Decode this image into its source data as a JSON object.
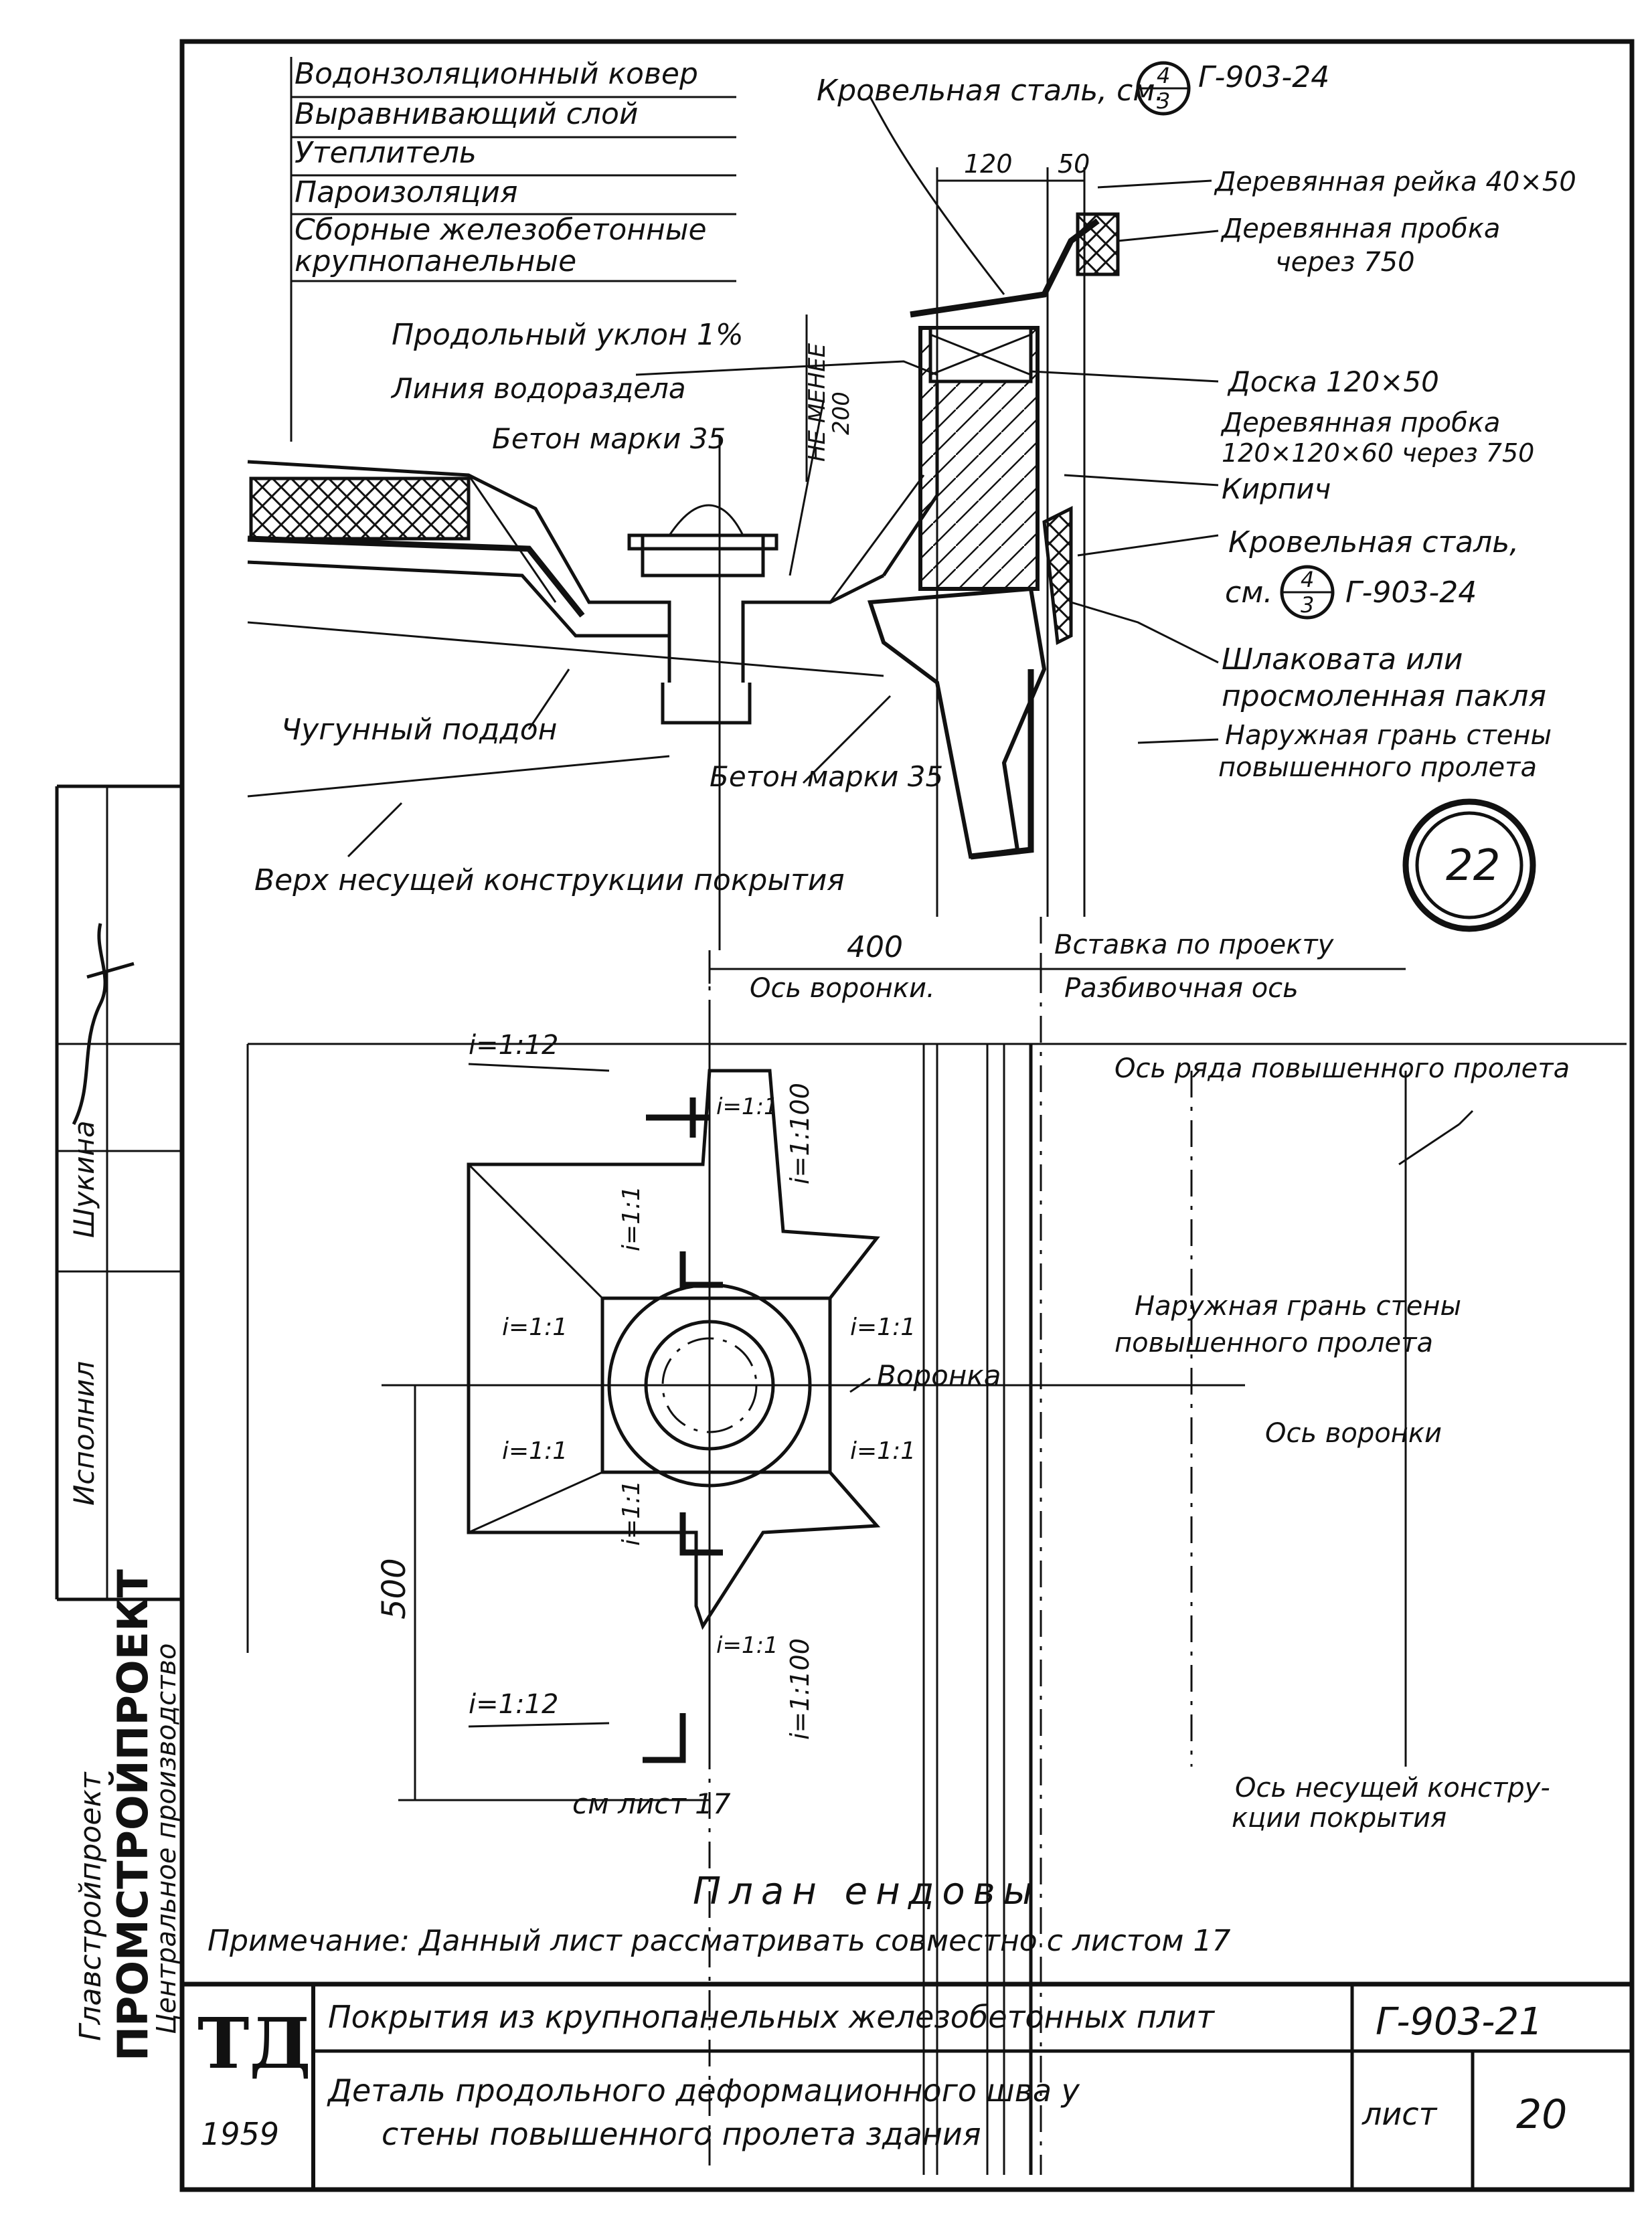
{
  "section": {
    "layers": [
      "Водонзоляционный ковер",
      "Выравнивающий слой",
      "Утеплитель",
      "Пароизоляция",
      "Сборные железобетонные",
      "крупнопанельные"
    ],
    "label_roofing_steel_top": "Кровельная сталь, см.",
    "ref_top_num": "4",
    "ref_top_den": "3",
    "ref_top_code": "Г-903-24",
    "dim_120": "120",
    "dim_50": "50",
    "label_rail": "Деревянная рейка 40×50",
    "label_plug": "Деревянная пробка",
    "label_plug_2": "через 750",
    "label_slope": "Продольный уклон 1%",
    "label_watershed": "Линия водораздела",
    "label_not_less": "НЕ МЕНЕЕ",
    "label_200": "200",
    "label_concrete_1": "Бетон марки 35",
    "label_board": "Доска 120×50",
    "label_plug_block": "Деревянная пробка",
    "label_plug_block_2": "120×120×60 через 750",
    "label_brick": "Кирпич",
    "label_roofing_steel_2": "Кровельная сталь,",
    "label_see": "см.",
    "ref_2_num": "4",
    "ref_2_den": "3",
    "ref_2_code": "Г-903-24",
    "label_slag": "Шлаковата или",
    "label_slag_2": "просмоленная пакля",
    "label_face_1": "Наружная грань стены",
    "label_face_1b": "повышенного пролета",
    "label_tray": "Чугунный поддон",
    "label_concrete_2": "Бетон марки 35",
    "label_top_structure": "Верх несущей конструкции покрытия",
    "detail_number": "22"
  },
  "plan": {
    "dim_400": "400",
    "label_insert": "Вставка по проекту",
    "label_funnel_axis": "Ось воронки.",
    "label_layout_axis": "Разбивочная ось",
    "label_row_axis": "Ось ряда повышенного пролета",
    "slope_112_top": "i=1:12",
    "slope_11_top": "i=1:1",
    "slope_1100_top": "i=1:100",
    "slope_11_a": "i=1:1",
    "slope_11_b": "i=1:1",
    "slope_11_c": "i=1:1",
    "slope_11_d": "i=1:1",
    "slope_11_e": "i=1:1",
    "slope_11_f": "i=1:1",
    "label_funnel": "Воронка",
    "label_face_2": "Наружная грань стены",
    "label_face_2b": "повышенного пролета",
    "label_funnel_axis_2": "Ось воронки",
    "dim_500": "500",
    "slope_11_bottom": "i=1:1",
    "slope_1100_bottom": "i=1:100",
    "slope_112_bottom": "i=1:12",
    "label_see_sheet": "см лист 17",
    "label_bearing_axis": "Ось несущей констру-",
    "label_bearing_axis_2": "кции покрытия",
    "plan_title": "План ендовы"
  },
  "note": "Примечание: Данный лист рассматривать совместно с листом 17",
  "left_margin": {
    "org_1": "ПРОМСТРОЙПРОЕКТ",
    "org_2": "Главстройпроект",
    "org_3": "Центральное производство",
    "role": "Исполнил",
    "name": "Шукина"
  },
  "title_block": {
    "logo": "ТД",
    "year": "1959",
    "title_1": "Покрытия из крупнопанельных железобетонных плит",
    "title_2": "Деталь продольного деформационного шва у",
    "title_3": "стены повышенного пролета здания",
    "code": "Г-903-21",
    "sheet_label": "лист",
    "sheet_no": "20"
  }
}
